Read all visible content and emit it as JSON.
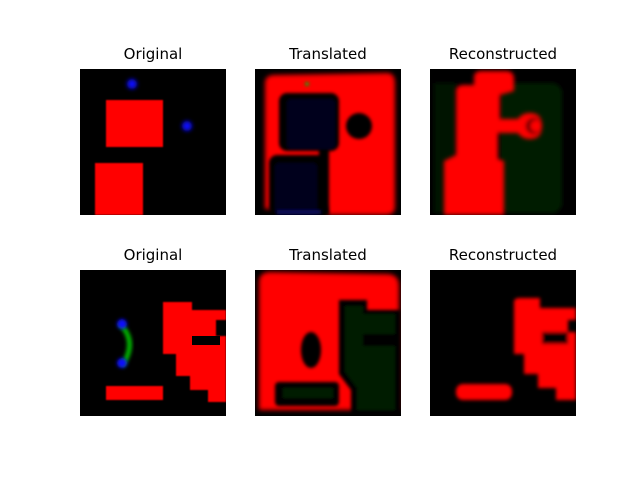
{
  "figure": {
    "rows": [
      {
        "titles": [
          "Original",
          "Translated",
          "Reconstructed"
        ]
      },
      {
        "titles": [
          "Original",
          "Translated",
          "Reconstructed"
        ]
      }
    ]
  },
  "colors": {
    "background": "#000000",
    "red": "#ff0000",
    "blue": "#0000e0",
    "green": "#00b000",
    "dark_blue": "#05051e",
    "dark_green": "#031a03"
  }
}
